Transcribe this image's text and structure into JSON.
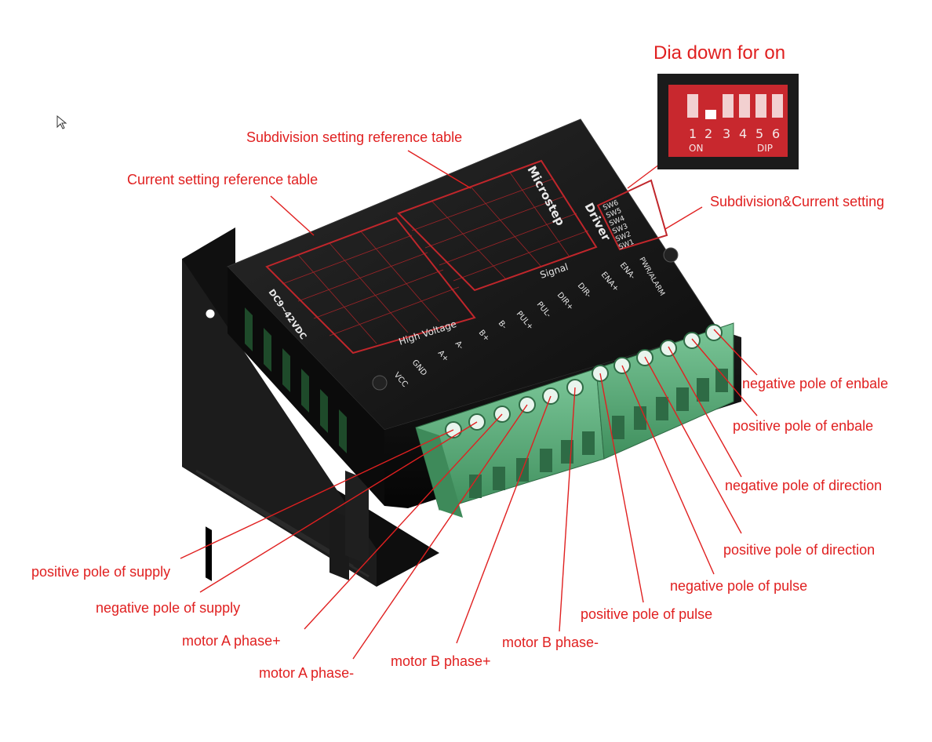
{
  "header": {
    "dip_title": "Dia down for on"
  },
  "dip_switch": {
    "numbers": [
      "1",
      "2",
      "3",
      "4",
      "5",
      "6"
    ],
    "on_label": "ON",
    "dip_label": "DIP",
    "levers_down": [
      false,
      true,
      false,
      false,
      false,
      false
    ]
  },
  "labels": {
    "subdivision_table": "Subdivision setting reference table",
    "current_table": "Current setting reference table",
    "sub_current_setting": "Subdivision&Current setting",
    "neg_enable": "negative pole of enbale",
    "pos_enable": "positive pole of enbale",
    "neg_direction": "negative pole of direction",
    "pos_direction": "positive pole of direction",
    "neg_pulse": "negative pole of pulse",
    "pos_pulse": "positive pole of pulse",
    "motor_b_minus_right": "motor B phase-",
    "motor_b_plus": "motor B phase+",
    "motor_a_minus": "motor A phase-",
    "motor_a_plus": "motor A phase+",
    "neg_supply": "negative pole of supply",
    "pos_supply": "positive pole of supply"
  },
  "device": {
    "brand_line1": "Microstep",
    "brand_line2": "Driver",
    "switch_labels": [
      "SW6",
      "SW5",
      "SW4",
      "SW3",
      "SW2",
      "SW1"
    ],
    "pwr_label": "PWR/ALARM",
    "voltage_label": "DC9~42VDC",
    "high_voltage_label": "High Voltage",
    "signal_label": "Signal",
    "hv_pins": [
      "VCC",
      "GND",
      "A+",
      "A-",
      "B+",
      "B-"
    ],
    "signal_pins": [
      "PUL+",
      "PUL-",
      "DIR+",
      "DIR-",
      "ENA+",
      "ENA-"
    ]
  },
  "colors": {
    "callout_red": "#e02020",
    "terminal_green": "#5fb37e",
    "body_black": "#151515",
    "silk_red": "#c0262b"
  },
  "icons": {
    "cursor": "mouse-pointer-icon"
  }
}
